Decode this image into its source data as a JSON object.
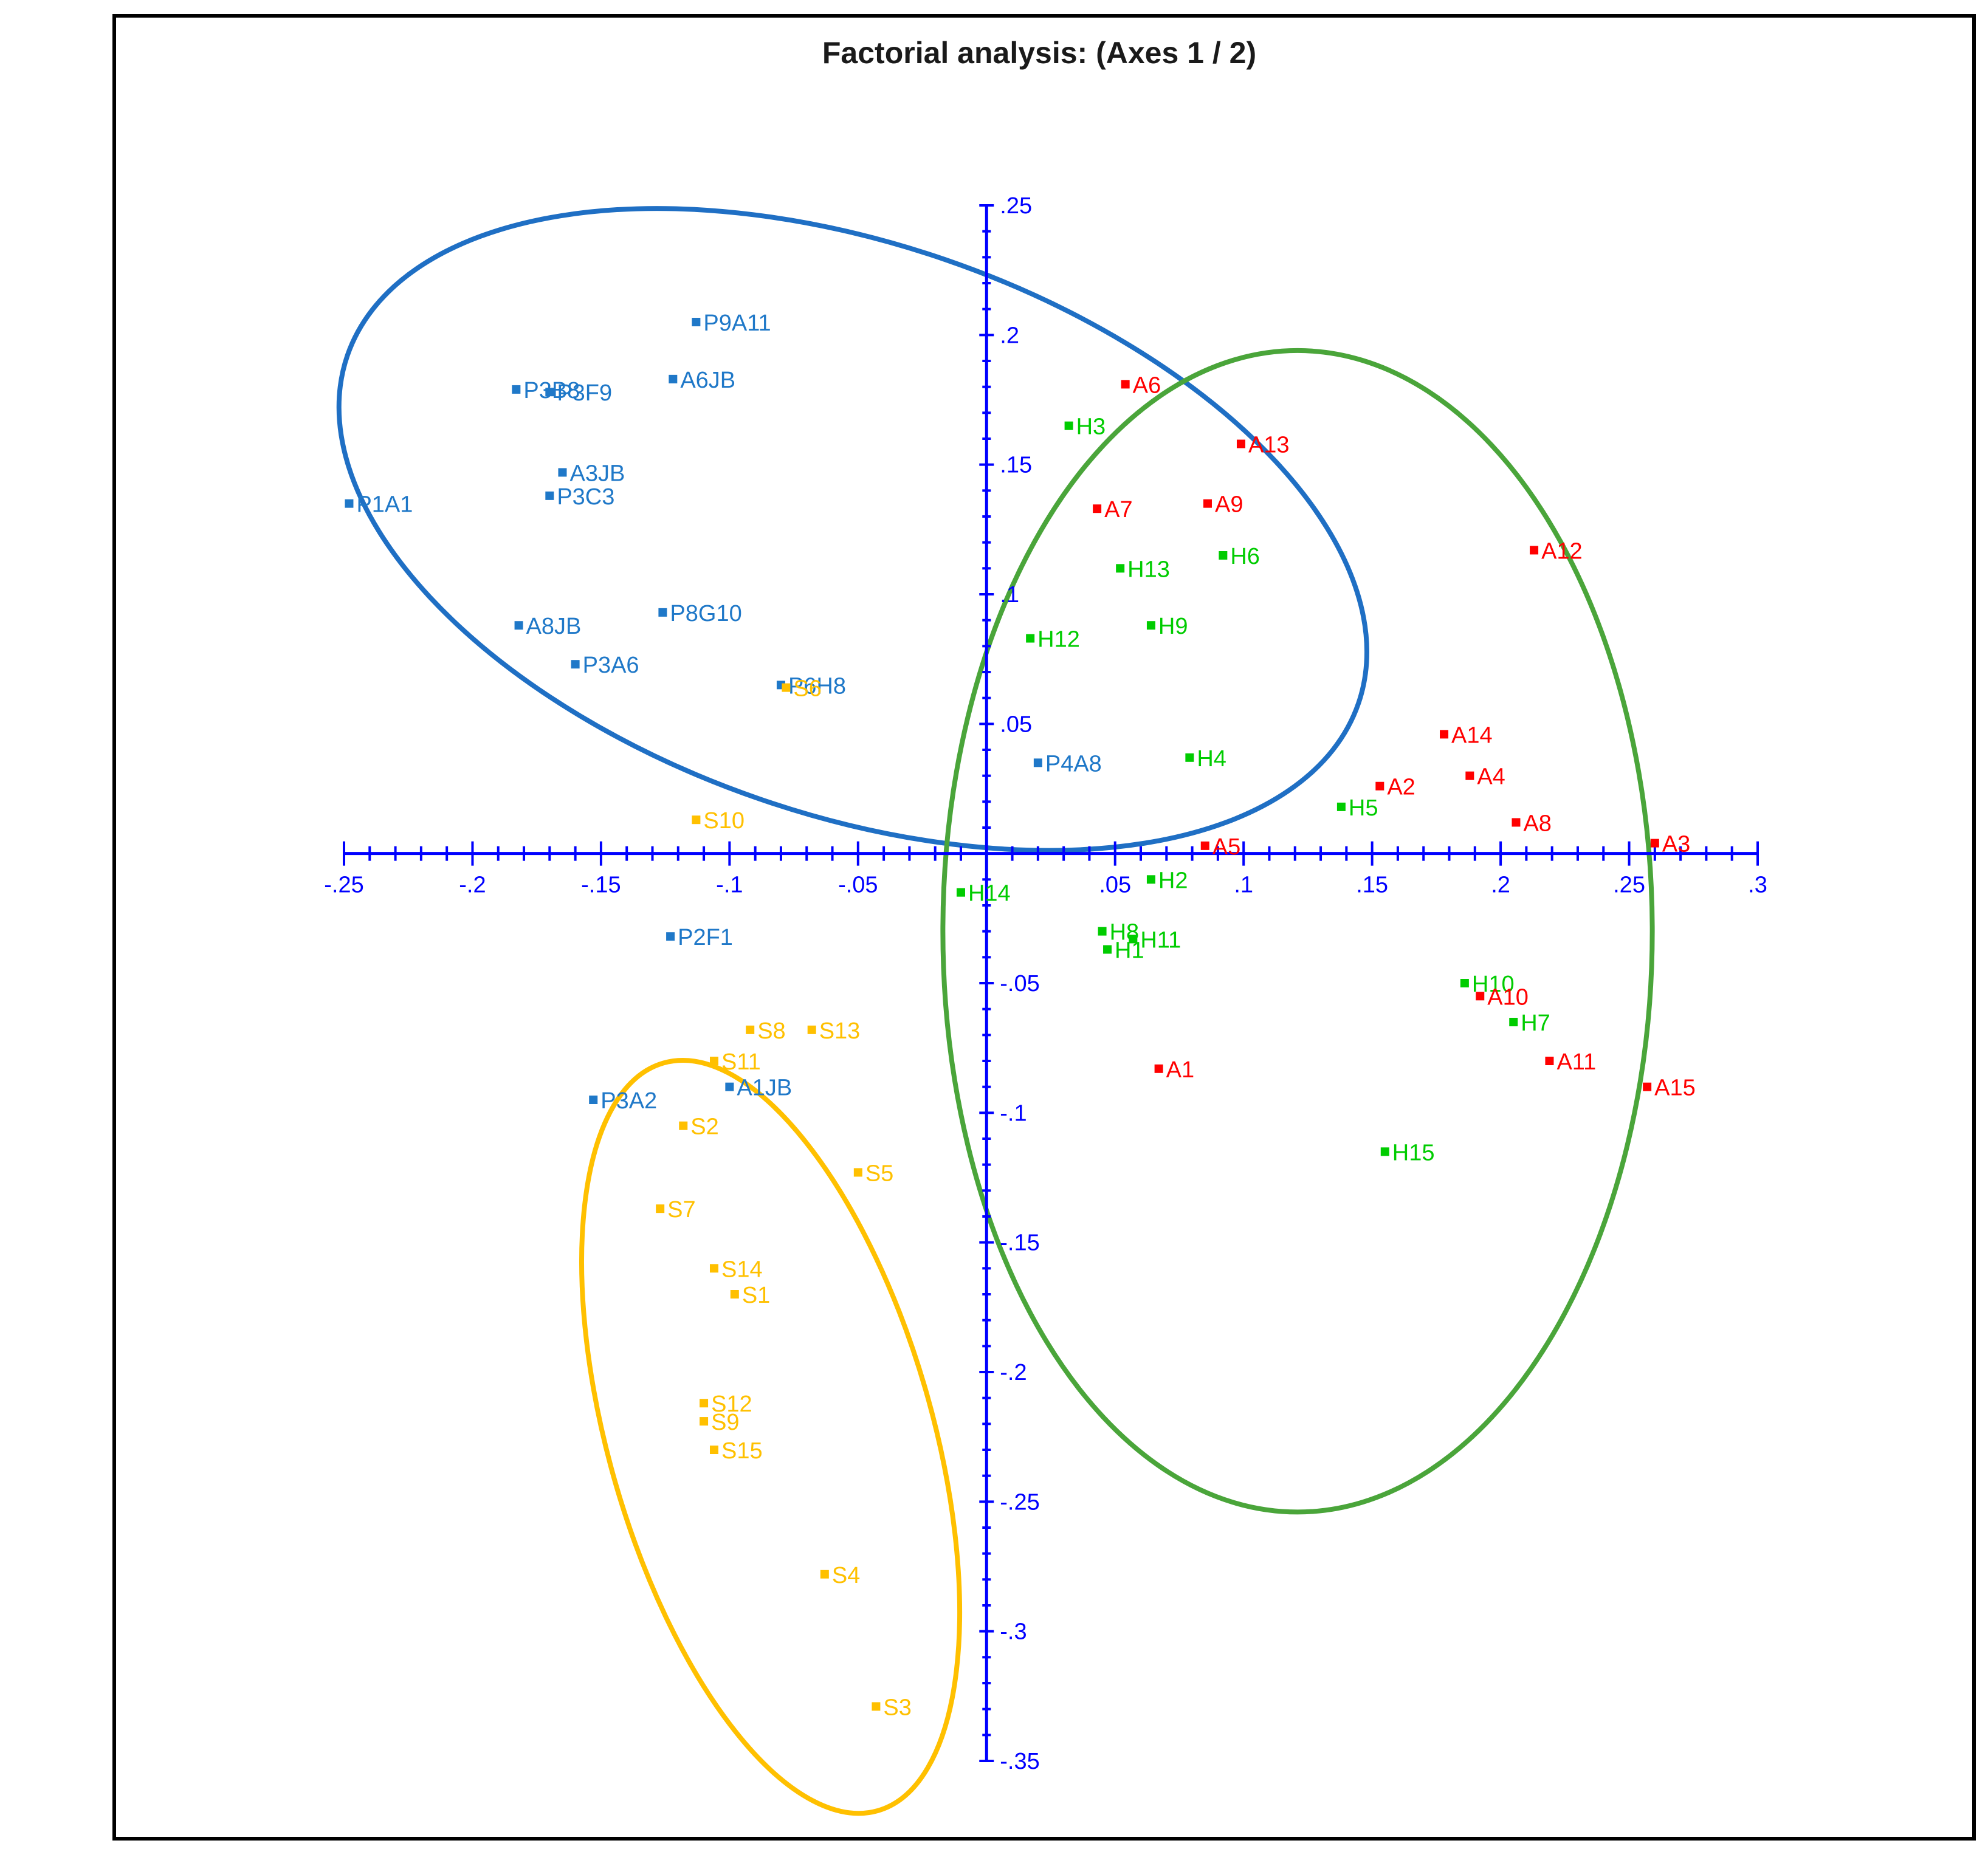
{
  "chart_data": {
    "type": "scatter",
    "title": "Factorial analysis: (Axes 1 / 2)",
    "xlabel": "",
    "ylabel": "",
    "xlim": [
      -0.25,
      0.3
    ],
    "ylim": [
      -0.35,
      0.25
    ],
    "x_ticks": [
      -0.25,
      -0.2,
      -0.15,
      -0.1,
      -0.05,
      0.05,
      0.1,
      0.15,
      0.2,
      0.25,
      0.3
    ],
    "x_tick_labels": [
      "-.25",
      "-.2",
      "-.15",
      "-.1",
      "-.05",
      ".05",
      ".1",
      ".15",
      ".2",
      ".25",
      ".3"
    ],
    "y_ticks": [
      0.25,
      0.2,
      0.15,
      0.1,
      0.05,
      -0.05,
      -0.1,
      -0.15,
      -0.2,
      -0.25,
      -0.3,
      -0.35
    ],
    "y_tick_labels": [
      ".25",
      ".2",
      ".15",
      ".1",
      ".05",
      "-.05",
      "-.1",
      "-.15",
      "-.2",
      "-.25",
      "-.3",
      "-.35"
    ],
    "grid": false,
    "axis_color": "#0000ff",
    "series": [
      {
        "color": "#1f78c8",
        "points": [
          {
            "label": "P9A11",
            "x": -0.113,
            "y": 0.205
          },
          {
            "label": "A6JB",
            "x": -0.122,
            "y": 0.183
          },
          {
            "label": "P3B8",
            "x": -0.183,
            "y": 0.179
          },
          {
            "label": "P3F9",
            "x": -0.17,
            "y": 0.178
          },
          {
            "label": "A3JB",
            "x": -0.165,
            "y": 0.147
          },
          {
            "label": "P3C3",
            "x": -0.17,
            "y": 0.138
          },
          {
            "label": "P1A1",
            "x": -0.248,
            "y": 0.135
          },
          {
            "label": "P8G10",
            "x": -0.126,
            "y": 0.093
          },
          {
            "label": "A8JB",
            "x": -0.182,
            "y": 0.088
          },
          {
            "label": "P3A6",
            "x": -0.16,
            "y": 0.073
          },
          {
            "label": "P6H8",
            "x": -0.08,
            "y": 0.065
          },
          {
            "label": "P4A8",
            "x": 0.02,
            "y": 0.035
          },
          {
            "label": "P2F1",
            "x": -0.123,
            "y": -0.032
          },
          {
            "label": "A1JB",
            "x": -0.1,
            "y": -0.09
          },
          {
            "label": "P3A2",
            "x": -0.153,
            "y": -0.095
          }
        ]
      },
      {
        "color": "#ffc000",
        "points": [
          {
            "label": "S6",
            "x": -0.078,
            "y": 0.064
          },
          {
            "label": "S10",
            "x": -0.113,
            "y": 0.013
          },
          {
            "label": "S8",
            "x": -0.092,
            "y": -0.068
          },
          {
            "label": "S13",
            "x": -0.068,
            "y": -0.068
          },
          {
            "label": "S11",
            "x": -0.106,
            "y": -0.08
          },
          {
            "label": "S2",
            "x": -0.118,
            "y": -0.105
          },
          {
            "label": "S5",
            "x": -0.05,
            "y": -0.123
          },
          {
            "label": "S7",
            "x": -0.127,
            "y": -0.137
          },
          {
            "label": "S14",
            "x": -0.106,
            "y": -0.16
          },
          {
            "label": "S1",
            "x": -0.098,
            "y": -0.17
          },
          {
            "label": "S12",
            "x": -0.11,
            "y": -0.212
          },
          {
            "label": "S9",
            "x": -0.11,
            "y": -0.219
          },
          {
            "label": "S15",
            "x": -0.106,
            "y": -0.23
          },
          {
            "label": "S4",
            "x": -0.063,
            "y": -0.278
          },
          {
            "label": "S3",
            "x": -0.043,
            "y": -0.329
          }
        ]
      },
      {
        "color": "#00cc00",
        "points": [
          {
            "label": "H3",
            "x": 0.032,
            "y": 0.165
          },
          {
            "label": "H13",
            "x": 0.052,
            "y": 0.11
          },
          {
            "label": "H6",
            "x": 0.092,
            "y": 0.115
          },
          {
            "label": "H9",
            "x": 0.064,
            "y": 0.088
          },
          {
            "label": "H12",
            "x": 0.017,
            "y": 0.083
          },
          {
            "label": "H4",
            "x": 0.079,
            "y": 0.037
          },
          {
            "label": "H5",
            "x": 0.138,
            "y": 0.018
          },
          {
            "label": "H2",
            "x": 0.064,
            "y": -0.01
          },
          {
            "label": "H14",
            "x": -0.01,
            "y": -0.015
          },
          {
            "label": "H8",
            "x": 0.045,
            "y": -0.03
          },
          {
            "label": "H1",
            "x": 0.047,
            "y": -0.037
          },
          {
            "label": "H11",
            "x": 0.057,
            "y": -0.033
          },
          {
            "label": "H10",
            "x": 0.186,
            "y": -0.05
          },
          {
            "label": "H7",
            "x": 0.205,
            "y": -0.065
          },
          {
            "label": "H15",
            "x": 0.155,
            "y": -0.115
          }
        ]
      },
      {
        "color": "#ff0000",
        "points": [
          {
            "label": "A6",
            "x": 0.054,
            "y": 0.181
          },
          {
            "label": "A13",
            "x": 0.099,
            "y": 0.158
          },
          {
            "label": "A7",
            "x": 0.043,
            "y": 0.133
          },
          {
            "label": "A9",
            "x": 0.086,
            "y": 0.135
          },
          {
            "label": "A12",
            "x": 0.213,
            "y": 0.117
          },
          {
            "label": "A14",
            "x": 0.178,
            "y": 0.046
          },
          {
            "label": "A4",
            "x": 0.188,
            "y": 0.03
          },
          {
            "label": "A2",
            "x": 0.153,
            "y": 0.026
          },
          {
            "label": "A8",
            "x": 0.206,
            "y": 0.012
          },
          {
            "label": "A3",
            "x": 0.26,
            "y": 0.004
          },
          {
            "label": "A5",
            "x": 0.085,
            "y": 0.003
          },
          {
            "label": "A10",
            "x": 0.192,
            "y": -0.055
          },
          {
            "label": "A11",
            "x": 0.219,
            "y": -0.08
          },
          {
            "label": "A1",
            "x": 0.067,
            "y": -0.083
          },
          {
            "label": "A15",
            "x": 0.257,
            "y": -0.09
          }
        ]
      }
    ],
    "cluster_ellipses": [
      {
        "color": "#1f6fc4",
        "cx": -0.052,
        "cy": 0.125,
        "rx": 0.208,
        "ry": 0.11,
        "rotation_deg": 19
      },
      {
        "color": "#4aa53a",
        "cx": 0.121,
        "cy": -0.03,
        "rx": 0.138,
        "ry": 0.224,
        "rotation_deg": 0
      },
      {
        "color": "#ffc000",
        "cx": -0.084,
        "cy": -0.225,
        "rx": 0.063,
        "ry": 0.15,
        "rotation_deg": -16
      }
    ]
  }
}
